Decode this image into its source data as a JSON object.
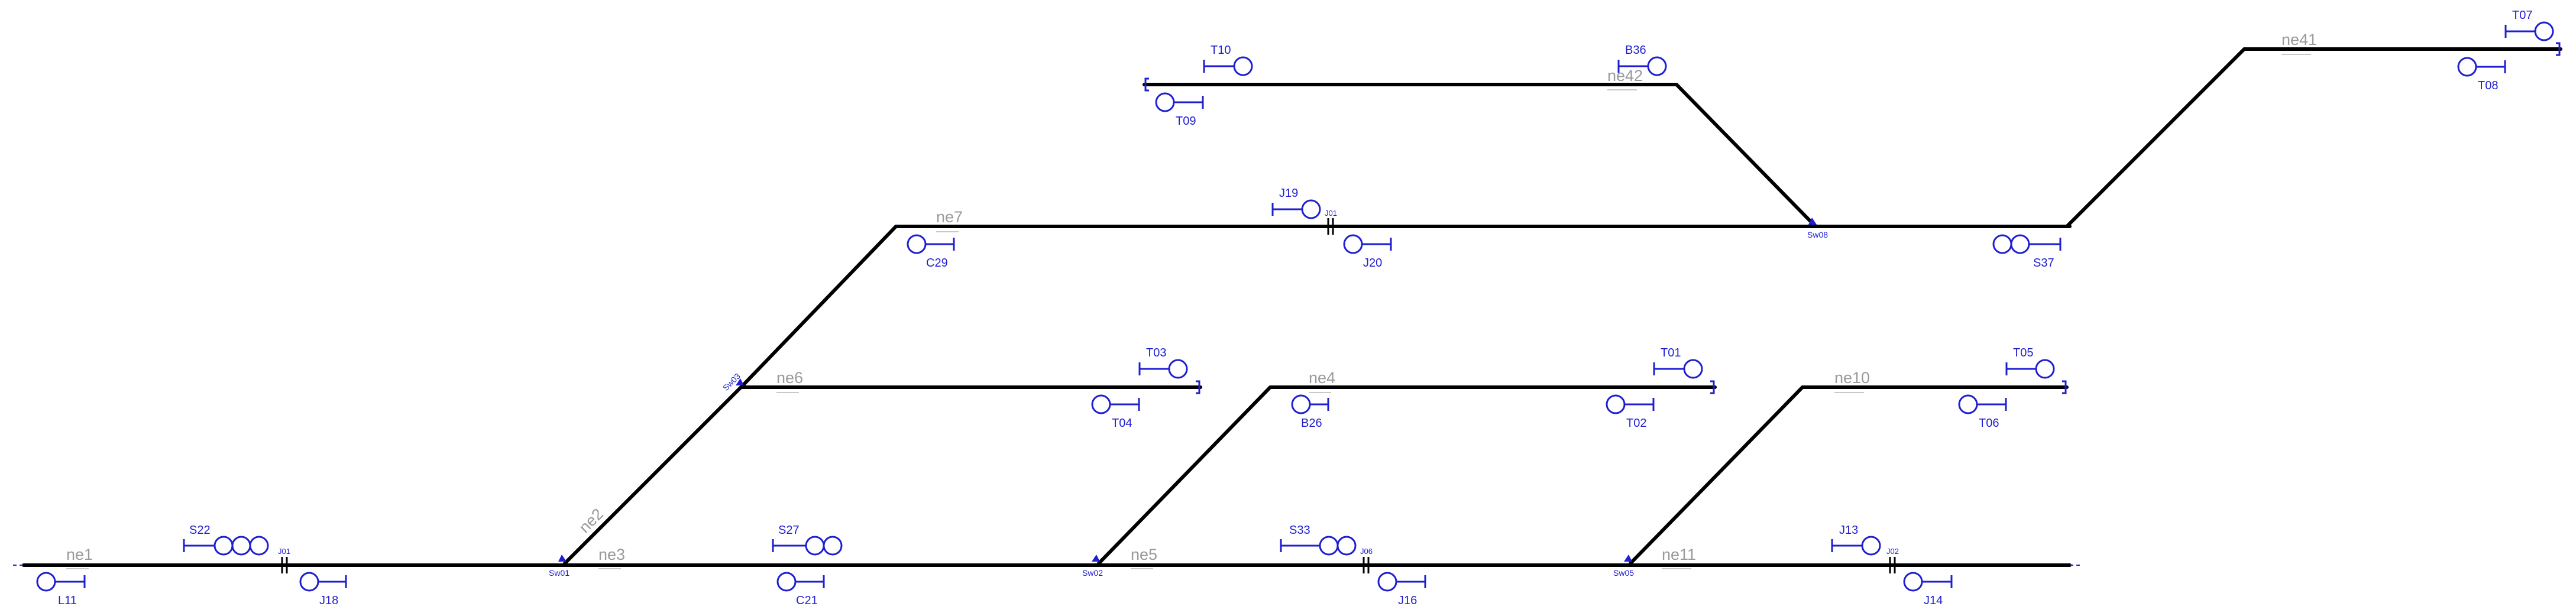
{
  "colors": {
    "track": "#000000",
    "signal": "#1f1fd0",
    "net_label": "#9a9a9a"
  },
  "net_labels": [
    "ne1",
    "ne2",
    "ne3",
    "ne4",
    "ne5",
    "ne6",
    "ne7",
    "ne10",
    "ne11",
    "ne41",
    "ne42"
  ],
  "switches": [
    "Sw01",
    "Sw02",
    "Sw03",
    "Sw05",
    "Sw08"
  ],
  "joints": [
    "J01",
    "J01",
    "J06",
    "J02"
  ],
  "signals": [
    "L11",
    "S22",
    "J18",
    "C21",
    "S27",
    "C29",
    "J19",
    "J20",
    "T03",
    "T04",
    "T10",
    "T09",
    "B36",
    "T01",
    "T02",
    "B26",
    "S33",
    "J16",
    "T05",
    "T06",
    "J13",
    "J14",
    "S37",
    "T07",
    "T08"
  ]
}
